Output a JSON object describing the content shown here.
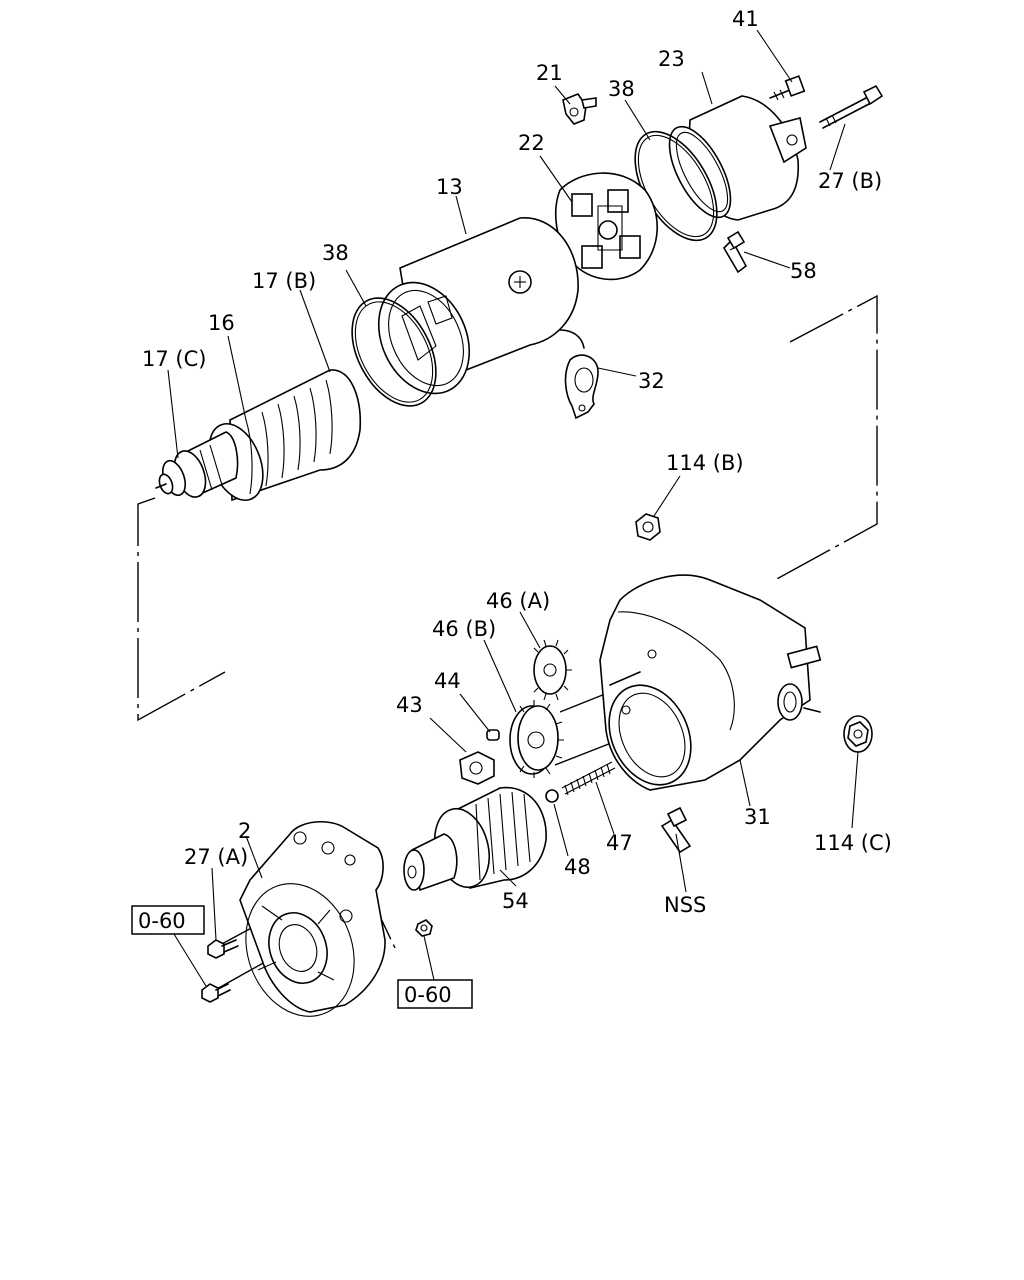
{
  "labels": {
    "p41": "41",
    "p23": "23",
    "p21": "21",
    "p38a": "38",
    "p22": "22",
    "p27b": "27 (B)",
    "p13": "13",
    "p38b": "38",
    "p58": "58",
    "p17b": "17 (B)",
    "p16": "16",
    "p17c": "17 (C)",
    "p32": "32",
    "p114b": "114 (B)",
    "p46a": "46 (A)",
    "p46b": "46 (B)",
    "p44": "44",
    "p43": "43",
    "p2": "2",
    "p27a": "27 (A)",
    "p31": "31",
    "p47": "47",
    "p114c": "114 (C)",
    "p48": "48",
    "p54": "54",
    "pNSS": "NSS",
    "ref1": "0-60",
    "ref2": "0-60"
  }
}
